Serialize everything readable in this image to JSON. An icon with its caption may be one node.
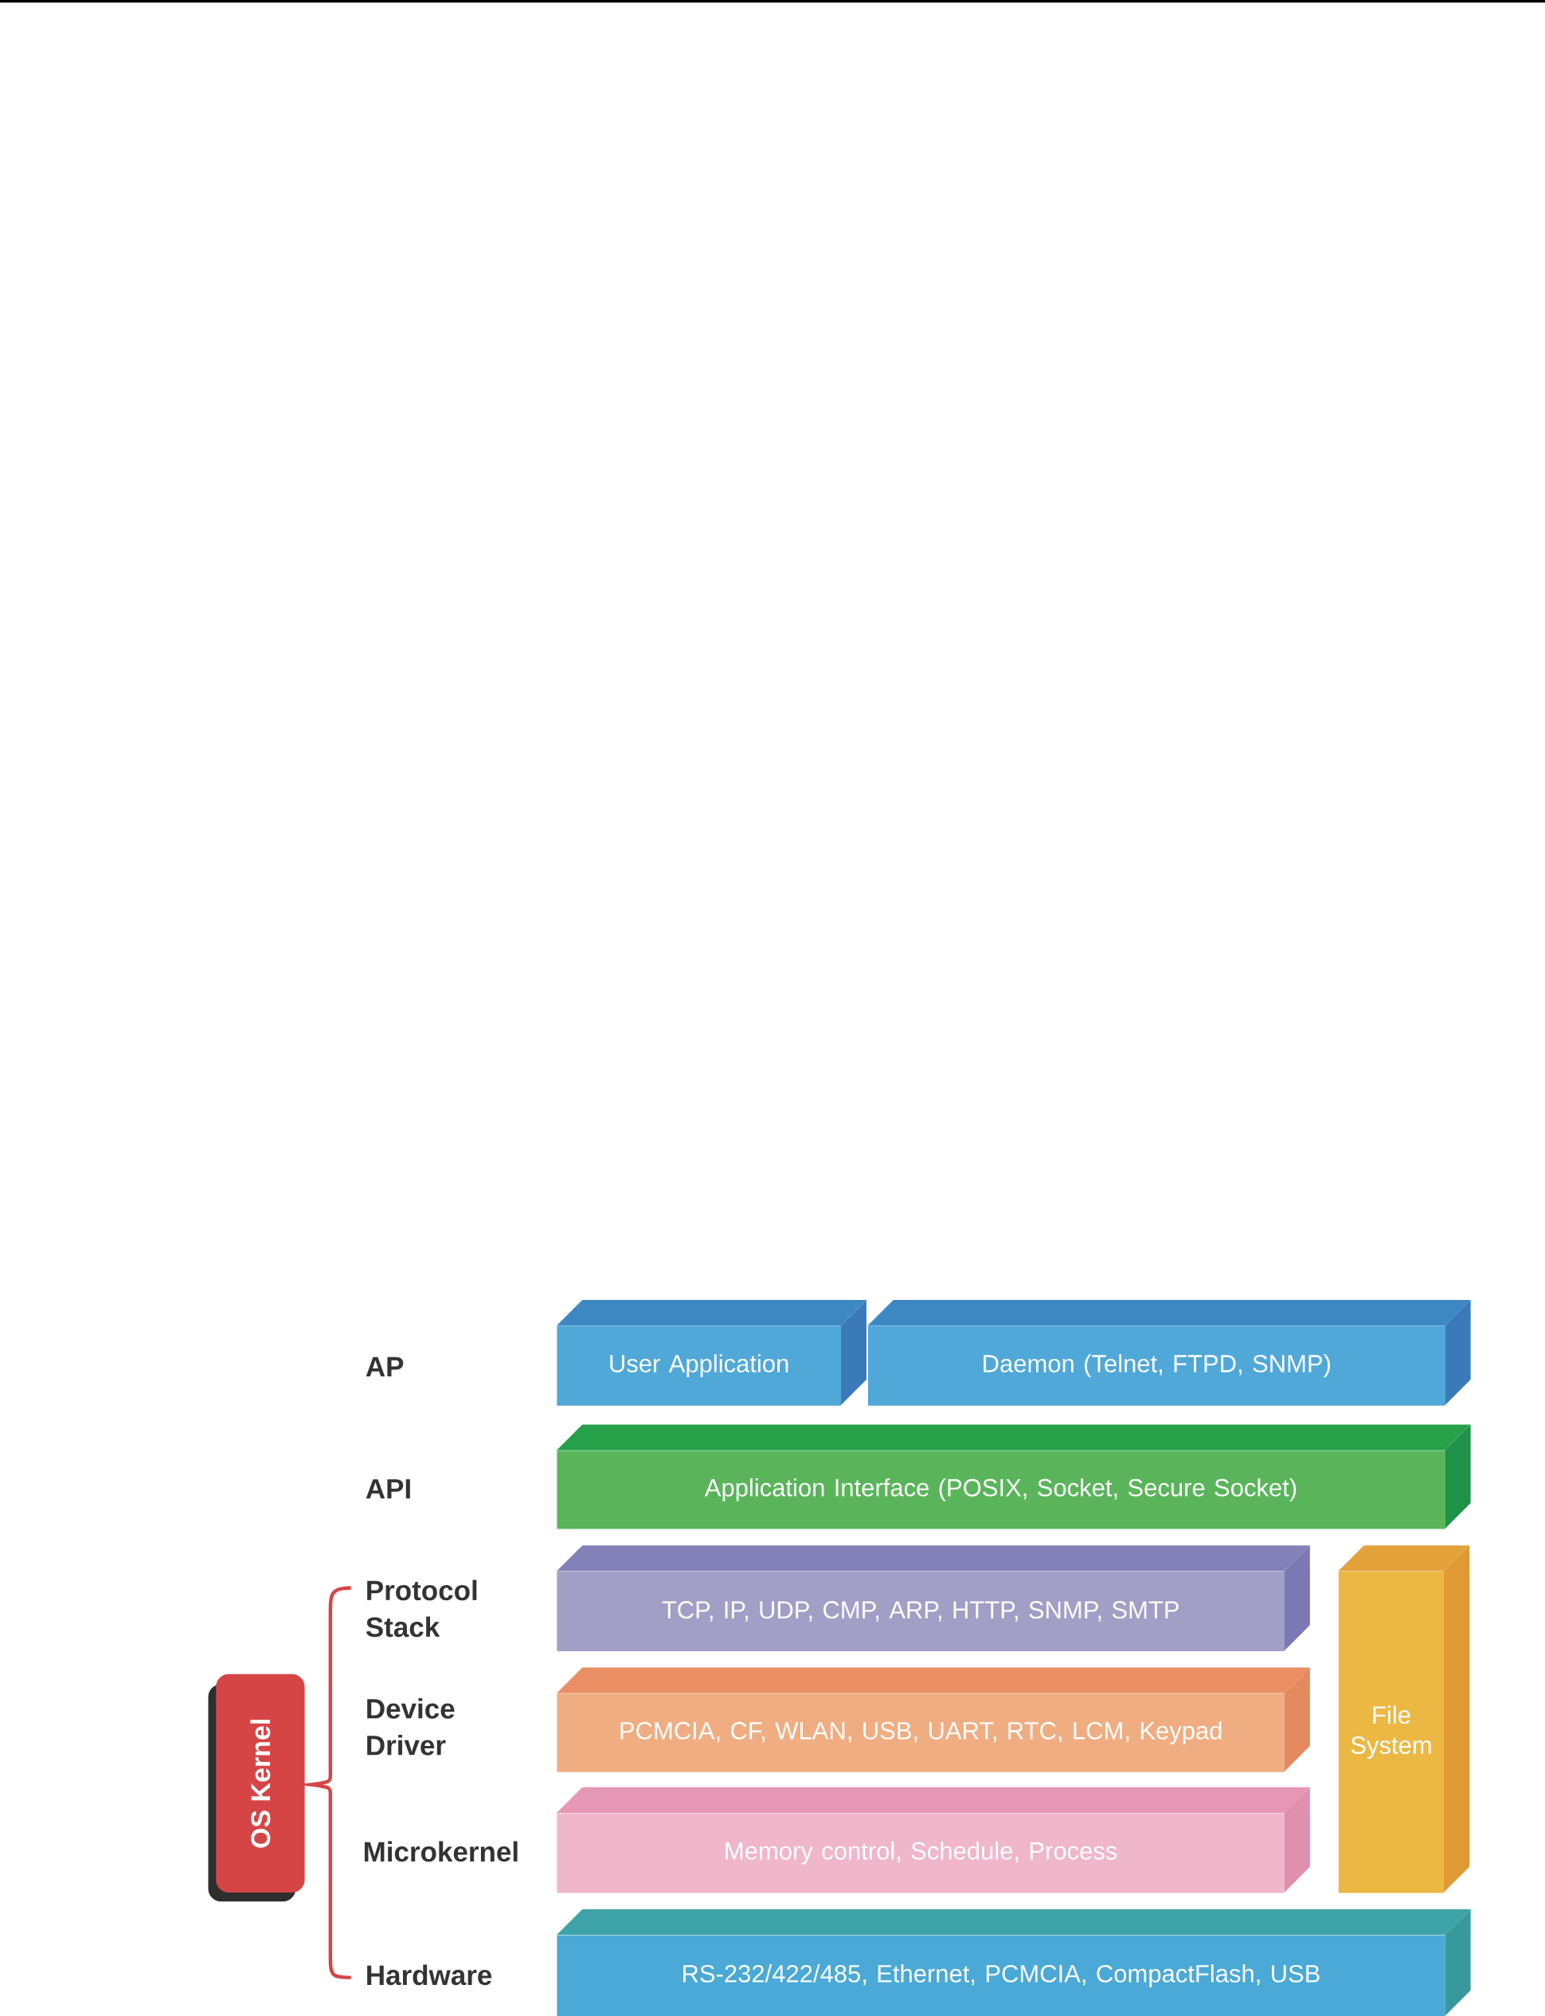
{
  "diagram": {
    "nodes": [
      {
        "text": [
          "User Application"
        ]
      },
      {
        "text": [
          "Daemon (Telnet, FTPD, SNMP)"
        ]
      },
      {
        "text": [
          "Application Interface (POSIX, Socket, Secure Socket)"
        ]
      },
      {
        "text": [
          "TCP, IP, UDP, CMP, ARP, HTTP, SNMP, SMTP"
        ]
      },
      {
        "text": [
          "PCMCIA, CF, WLAN, USB, UART, RTC, LCM, Keypad"
        ]
      },
      {
        "text": [
          "Memory control, Schedule, Process"
        ]
      },
      {
        "text": [
          "File System"
        ]
      },
      {
        "text": [
          "RS-232/422/485, Ethernet, PCMCIA, CompactFlash, USB"
        ]
      },
      {
        "text": [
          "OS Kernel"
        ]
      }
    ],
    "labels": [
      "AP",
      "API",
      "Protocol Stack",
      "Device Driver",
      "Microkernel",
      "Hardware"
    ]
  }
}
